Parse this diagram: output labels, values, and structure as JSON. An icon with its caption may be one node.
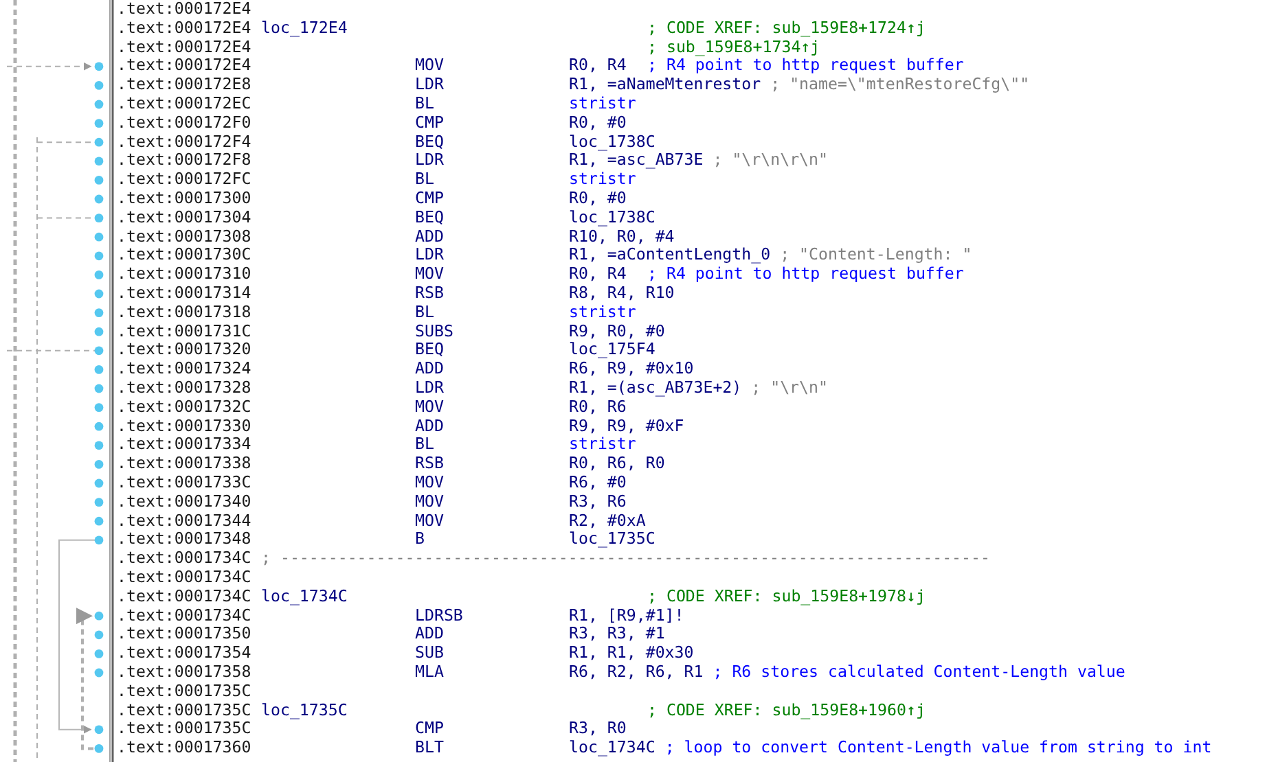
{
  "diagram": {
    "labels": [
      ".text:000172E4",
      ".text:000172E4",
      "loc_172E4",
      "; CODE XREF: sub_159E8+1724↑j",
      ".text:000172E4",
      "; sub_159E8+1734↑j",
      ".text:000172E4",
      "MOV",
      "R0, R4",
      "; R4 point to http request buffer",
      ".text:000172E8",
      "LDR",
      "R1, =aNameMtenrestor",
      "; \"name=\\\"mtenRestoreCfg\\\"\"",
      ".text:000172EC",
      "BL",
      "stristr",
      ".text:000172F0",
      "CMP",
      "R0, #0",
      ".text:000172F4",
      "BEQ",
      "loc_1738C",
      ".text:000172F8",
      "LDR",
      "R1, =asc_AB73E",
      "; \"\\r\\n\\r\\n\"",
      ".text:000172FC",
      "BL",
      "stristr",
      ".text:00017300",
      "CMP",
      "R0, #0",
      ".text:00017304",
      "BEQ",
      "loc_1738C",
      ".text:00017308",
      "ADD",
      "R10, R0, #4",
      ".text:0001730C",
      "LDR",
      "R1, =aContentLength_0",
      "; \"Content-Length: \"",
      ".text:00017310",
      "MOV",
      "R0, R4",
      "; R4 point to http request buffer",
      ".text:00017314",
      "RSB",
      "R8, R4, R10",
      ".text:00017318",
      "BL",
      "stristr",
      ".text:0001731C",
      "SUBS",
      "R9, R0, #0",
      ".text:00017320",
      "BEQ",
      "loc_175F4",
      ".text:00017324",
      "ADD",
      "R6, R9, #0x10",
      ".text:00017328",
      "LDR",
      "R1, =(asc_AB73E+2)",
      "; \"\\r\\n\"",
      ".text:0001732C",
      "MOV",
      "R0, R6",
      ".text:00017330",
      "ADD",
      "R9, R9, #0xF",
      ".text:00017334",
      "BL",
      "stristr",
      ".text:00017338",
      "RSB",
      "R0, R6, R0",
      ".text:0001733C",
      "MOV",
      "R6, #0",
      ".text:00017340",
      "MOV",
      "R3, R6",
      ".text:00017344",
      "MOV",
      "R2, #0xA",
      ".text:00017348",
      "B",
      "loc_1735C",
      ".text:0001734C",
      "; --------------------------------------------------------------------------",
      ".text:0001734C",
      ".text:0001734C",
      "loc_1734C",
      "; CODE XREF: sub_159E8+1978↓j",
      ".text:0001734C",
      "LDRSB",
      "R1, [R9,#1]!",
      ".text:00017350",
      "ADD",
      "R3, R3, #1",
      ".text:00017354",
      "SUB",
      "R1, R1, #0x30",
      ".text:00017358",
      "MLA",
      "R6, R2, R6, R1",
      "; R6 stores calculated Content-Length value",
      ".text:0001735C",
      ".text:0001735C",
      "loc_1735C",
      "; CODE XREF: sub_159E8+1960↑j",
      ".text:0001735C",
      "CMP",
      "R3, R0",
      ".text:00017360",
      "BLT",
      "loc_1734C",
      "; loop to convert Content-Length value from string to int"
    ]
  }
}
